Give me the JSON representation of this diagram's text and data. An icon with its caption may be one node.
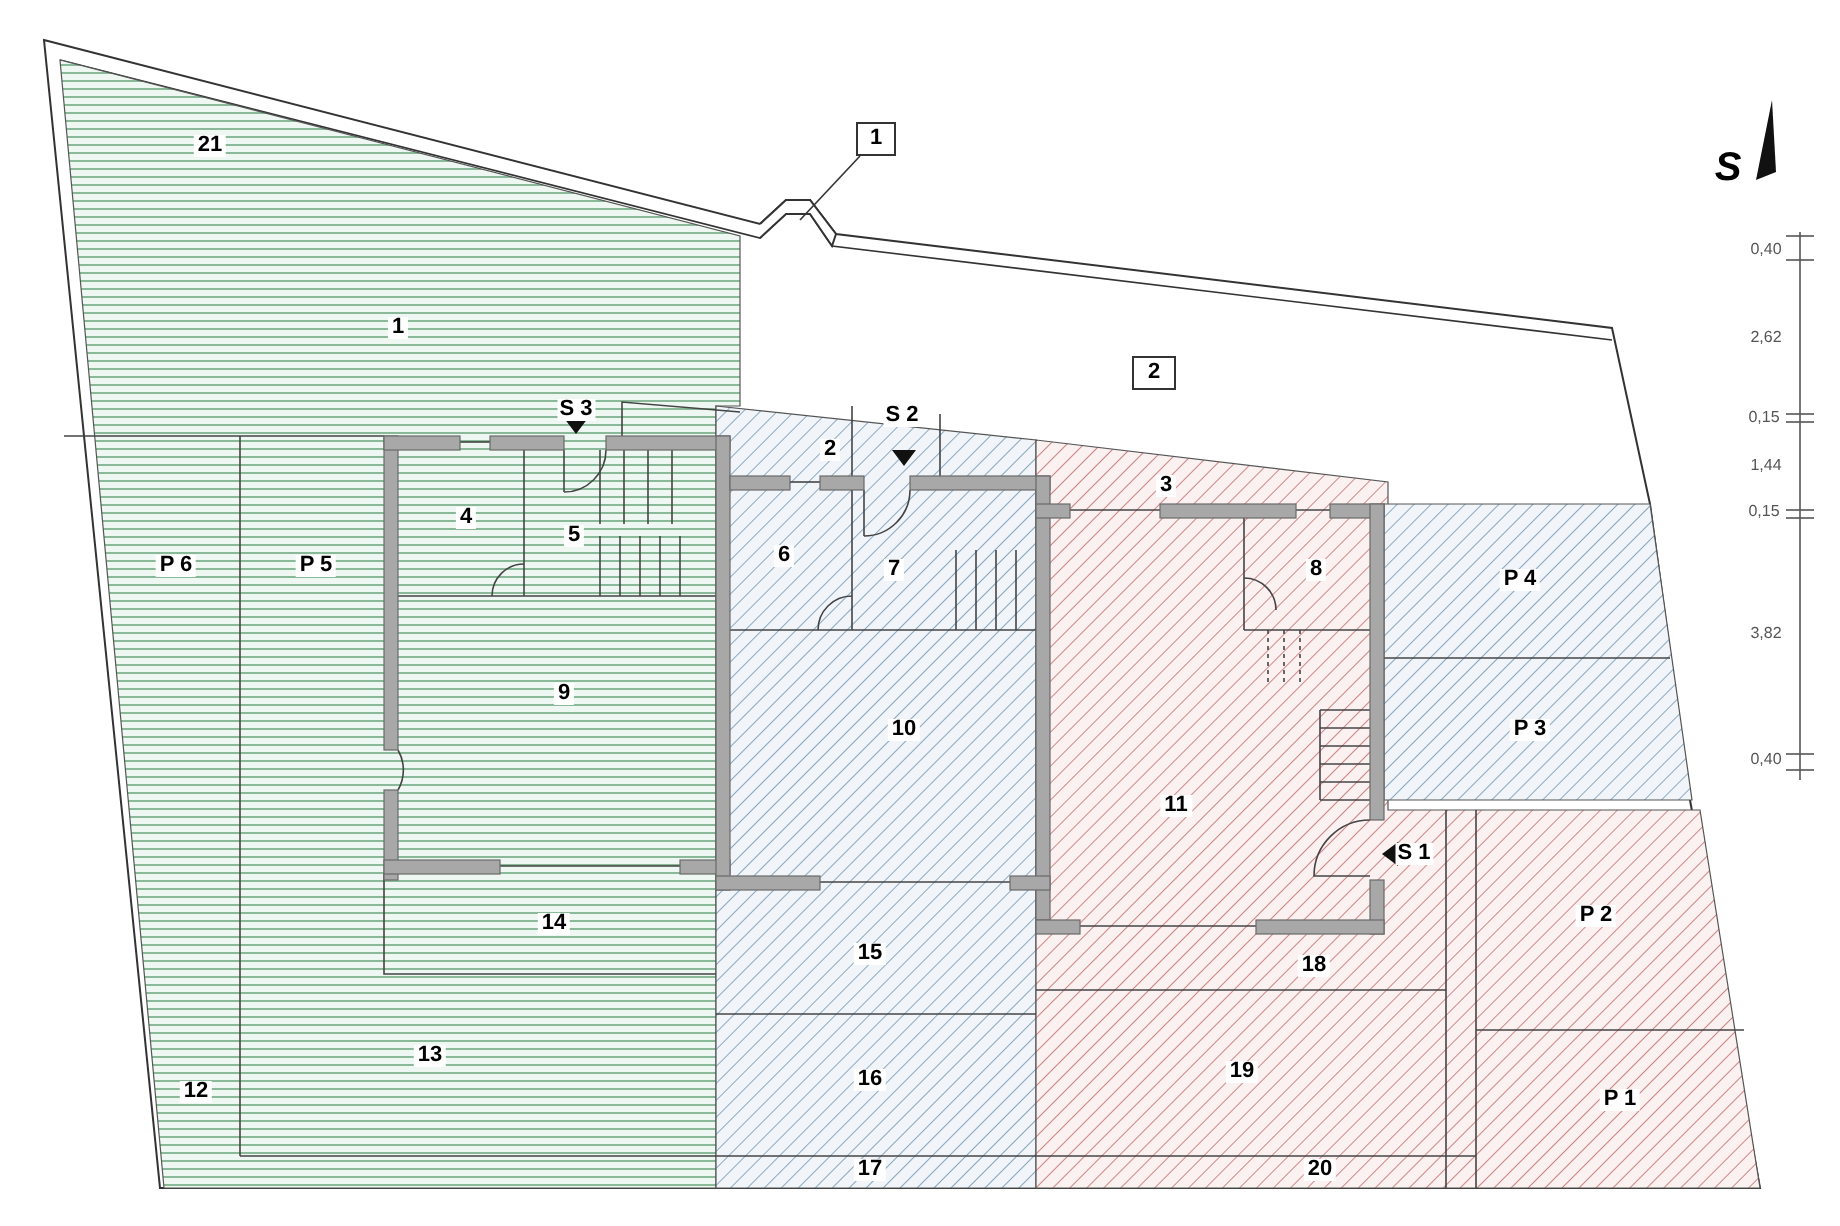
{
  "diagram": {
    "nodes": [
      {
        "text": [
          "1"
        ]
      },
      {
        "text": [],
        "shape": "picture"
      },
      {
        "text": [
          "2"
        ]
      }
    ],
    "edges": [
      {
        "from": 0,
        "to": 1,
        "arrow": "none"
      }
    ],
    "labels": [
      "S",
      "0,40",
      "21",
      "2,62",
      "1",
      "S 3",
      "S 2",
      "0,15",
      "2",
      "1,44",
      "3",
      "4",
      "0,15",
      "5",
      "6",
      "P 6",
      "P 5",
      "7",
      "8",
      "P 4",
      "3,82",
      "9",
      "10",
      "P 3",
      "0,40",
      "11",
      "S 1",
      "14",
      "15",
      "18",
      "P 2",
      "13",
      "19",
      "12",
      "16",
      "P 1",
      "17",
      "20"
    ]
  }
}
